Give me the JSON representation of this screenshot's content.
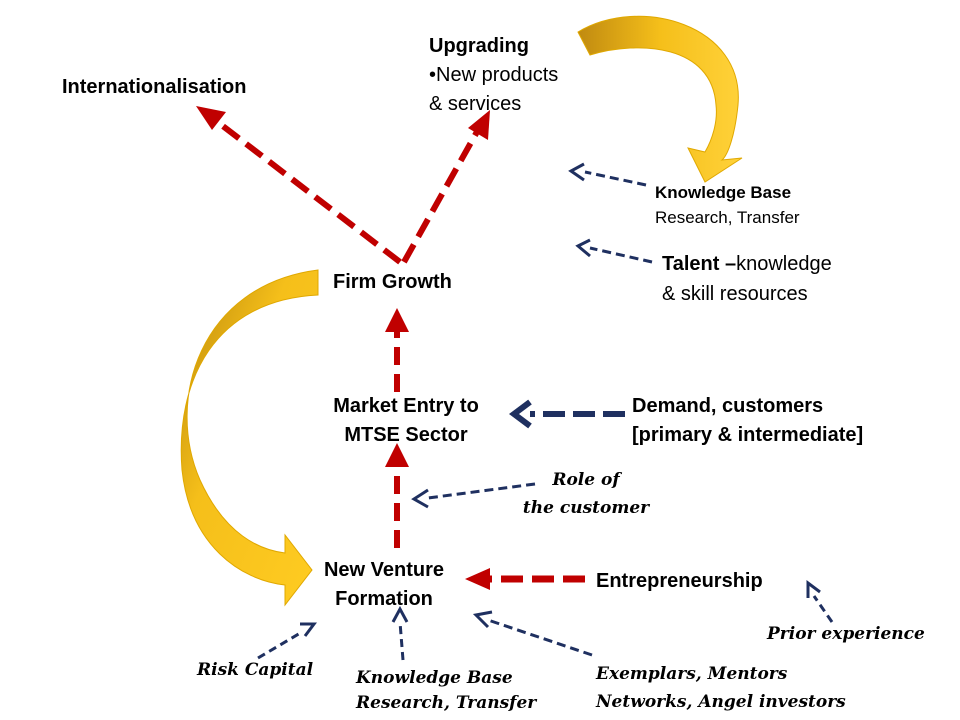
{
  "nodes": {
    "internationalisation": "Internationalisation",
    "upgrading": {
      "title": "Upgrading",
      "line1": "•New products",
      "line2": "& services"
    },
    "firm_growth": "Firm Growth",
    "market_entry": {
      "line1": "Market Entry to",
      "line2": "MTSE Sector"
    },
    "new_venture": {
      "line1": "New Venture",
      "line2": "Formation"
    }
  },
  "factors": {
    "knowledge_base_top": {
      "title": "Knowledge  Base",
      "sub": "Research, Transfer"
    },
    "talent": {
      "title": "Talent –",
      "rest": "knowledge",
      "line2": "& skill resources"
    },
    "demand": {
      "line1": "Demand, customers",
      "line2": "[primary & intermediate]"
    },
    "role_of_customer": {
      "line1": "Role of",
      "line2": "the customer"
    },
    "entrepreneurship": "Entrepreneurship",
    "prior_experience": "Prior experience",
    "risk_capital": "Risk Capital",
    "knowledge_base_bottom": {
      "line1": "Knowledge Base",
      "line2": "Research, Transfer"
    },
    "exemplars": {
      "line1": "Exemplars, Mentors",
      "line2": "Networks, Angel investors"
    }
  },
  "colors": {
    "red_arrow": "#c00000",
    "navy_arrow": "#1f3060",
    "gold_arrow": "#f5bf1a",
    "gold_dark": "#c08a10"
  }
}
